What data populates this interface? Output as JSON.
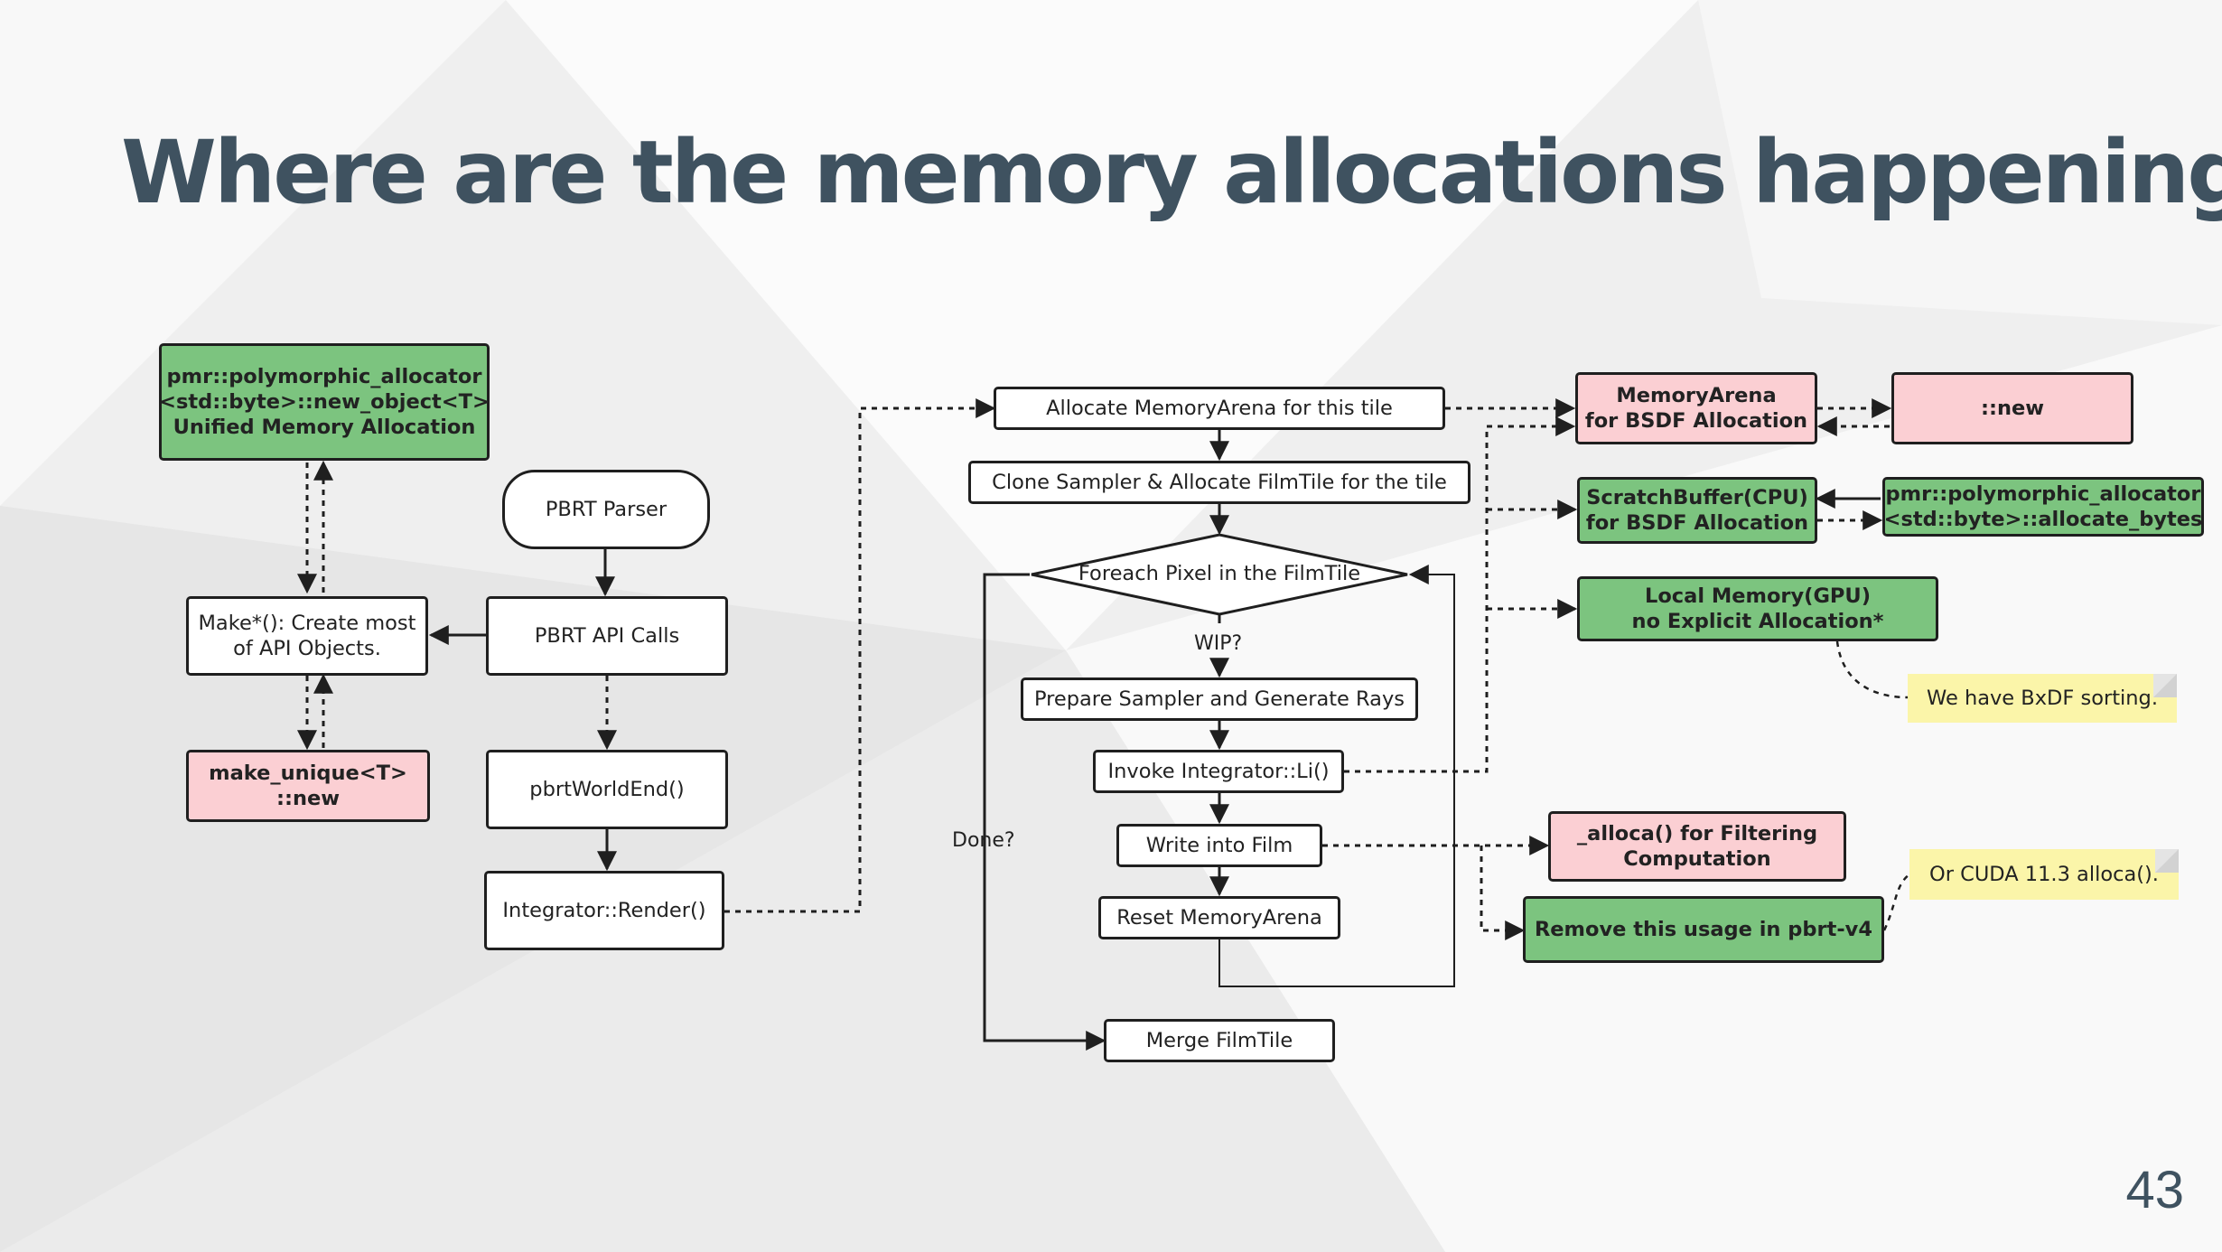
{
  "slide": {
    "title": "Where are the memory allocations happening?",
    "page_number": "43"
  },
  "nodes": {
    "pmr_new_object": "pmr::polymorphic_allocator\n<std::byte>::new_object<T>\nUnified Memory Allocation",
    "make_api_objects": "Make*(): Create most\nof API Objects.",
    "make_unique_new": "make_unique<T>\n::new",
    "pbrt_parser": "PBRT Parser",
    "pbrt_api_calls": "PBRT API Calls",
    "pbrt_world_end": "pbrtWorldEnd()",
    "integrator_render": "Integrator::Render()",
    "allocate_memory_arena": "Allocate MemoryArena for this tile",
    "clone_sampler": "Clone Sampler & Allocate FilmTile for the tile",
    "foreach_pixel": "Foreach Pixel in the FilmTile",
    "prepare_sampler": "Prepare Sampler and Generate Rays",
    "invoke_integrator": "Invoke Integrator::Li()",
    "write_film": "Write into Film",
    "reset_memory_arena": "Reset MemoryArena",
    "merge_film_tile": "Merge FilmTile",
    "memory_arena_bsdf": "MemoryArena\nfor BSDF Allocation",
    "new_op": "::new",
    "scratch_buffer": "ScratchBuffer(CPU)\nfor BSDF Allocation",
    "pmr_allocate_bytes": "pmr::polymorphic_allocator\n<std::byte>::allocate_bytes",
    "local_memory_gpu": "Local Memory(GPU)\nno Explicit Allocation*",
    "alloca_filtering": "_alloca() for Filtering\nComputation",
    "remove_usage": "Remove this usage in pbrt-v4"
  },
  "edge_labels": {
    "wip": "WIP?",
    "done": "Done?"
  },
  "notes": {
    "bxdf_sorting": "We have BxDF sorting.",
    "cuda_alloca": "Or CUDA 11.3 alloca()."
  },
  "colors": {
    "title": "#3f5260",
    "green_fill": "#7cc47f",
    "pink_fill": "#fbcfd3",
    "note_fill": "#fbf5a9",
    "stroke": "#1f1f1f"
  }
}
